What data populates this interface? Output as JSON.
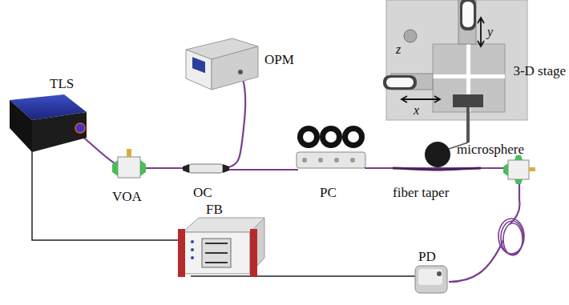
{
  "diagram": {
    "labels": [
      "TLS",
      "VOA",
      "OC",
      "OPM",
      "PC",
      "fiber taper",
      "3-D stage",
      "microsphere",
      "x",
      "y",
      "z",
      "FB",
      "PD"
    ]
  }
}
